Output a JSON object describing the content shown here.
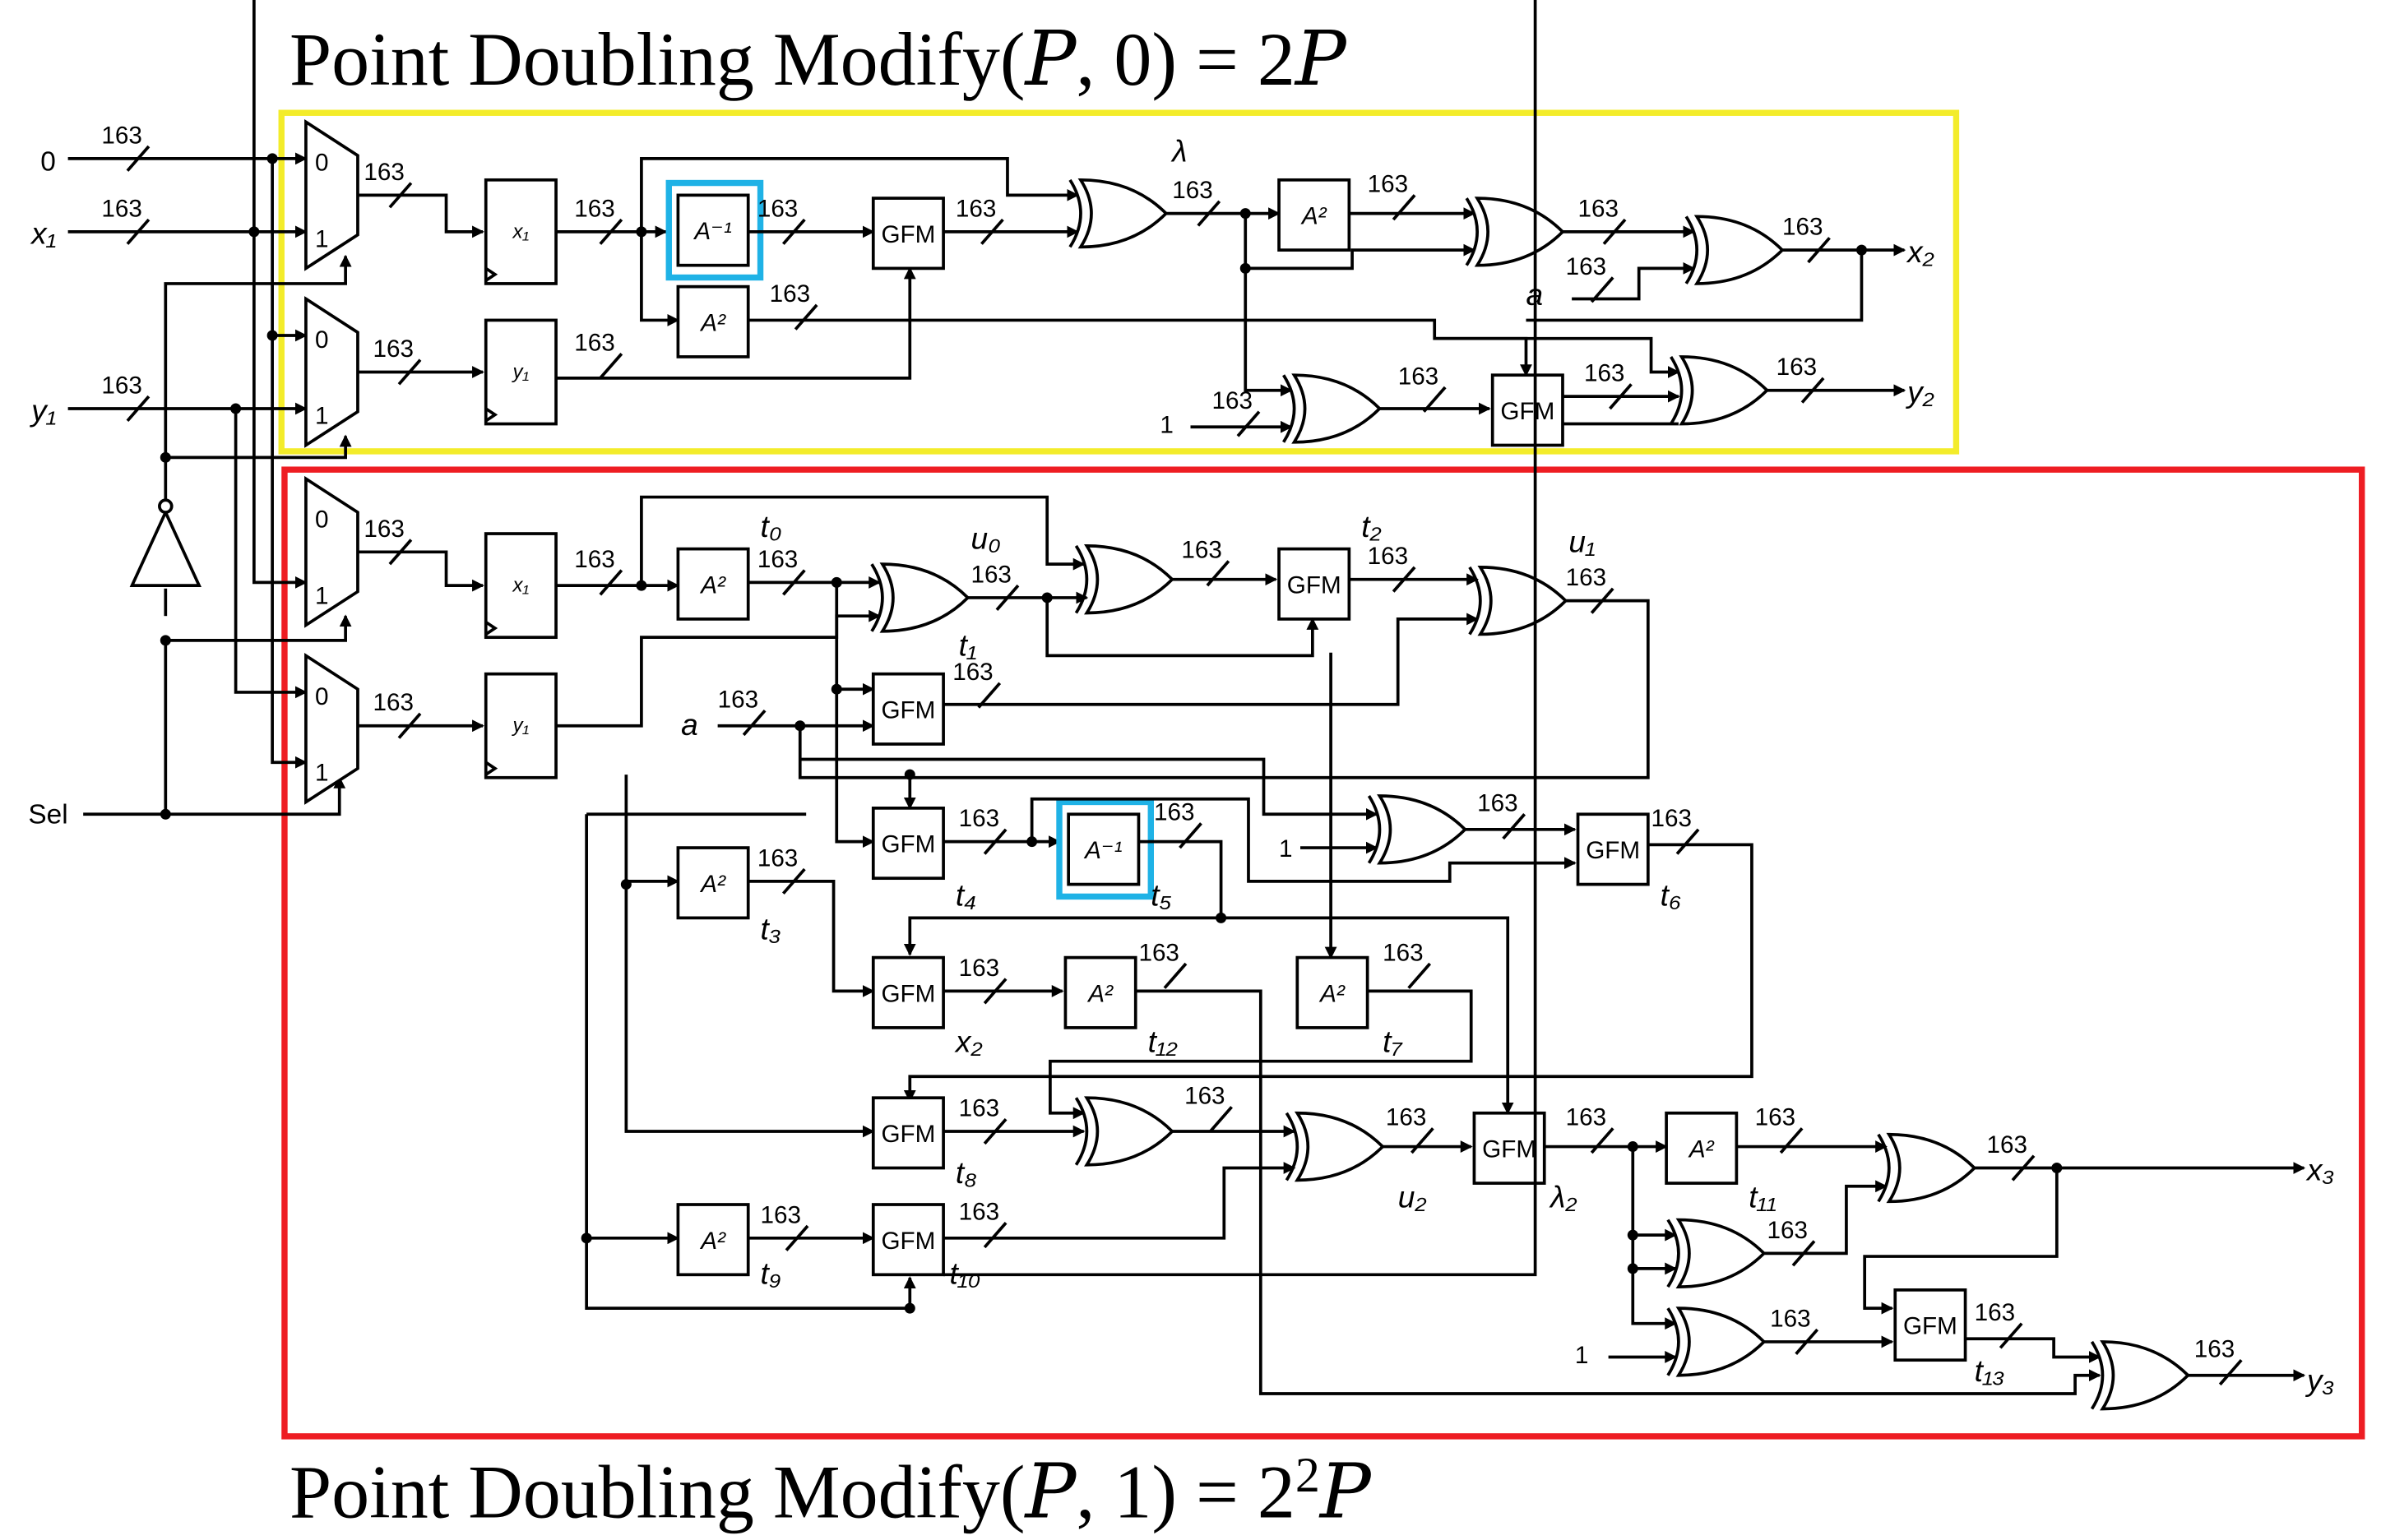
{
  "titles": {
    "top_prefix": "Point Doubling Modify(",
    "top_args": "P",
    "top_args_rest": ", 0) = 2",
    "top_result": "P",
    "bottom_prefix": "Point Doubling Modify(",
    "bottom_args": "P",
    "bottom_args_rest": ", 1) = 2",
    "bottom_exp": "2",
    "bottom_result": "P"
  },
  "colors": {
    "upper_frame": "#f3ec2a",
    "lower_frame": "#ee1d23",
    "inversion_highlight": "#1fb2e6",
    "wire": "#000000"
  },
  "inputs": {
    "zero": "0",
    "x1": "x₁",
    "y1": "y₁",
    "sel": "Sel",
    "a": "a",
    "one": "1"
  },
  "outputs": {
    "x2": "x₂",
    "y2": "y₂",
    "x3": "x₃",
    "y3": "y₃"
  },
  "bus_width": "163",
  "mux_labels": {
    "in0": "0",
    "in1": "1"
  },
  "blocks": {
    "gfm": "GFM",
    "square": "A²",
    "inverse": "A⁻¹",
    "reg_x1": "x₁",
    "reg_y1": "y₁"
  },
  "signals": {
    "lambda": "λ",
    "t0": "t₀",
    "u0": "u₀",
    "t1": "t₁",
    "t2": "t₂",
    "u1": "u₁",
    "t3": "t₃",
    "t4": "t₄",
    "t5": "t₅",
    "t6": "t₆",
    "t7": "t₇",
    "t8": "t₈",
    "t9": "t₉",
    "t10": "t₁₀",
    "t11": "t₁₁",
    "t12": "t₁₂",
    "t13": "t₁₃",
    "x2": "x₂",
    "u2": "u₂",
    "lambda2": "λ₂"
  }
}
